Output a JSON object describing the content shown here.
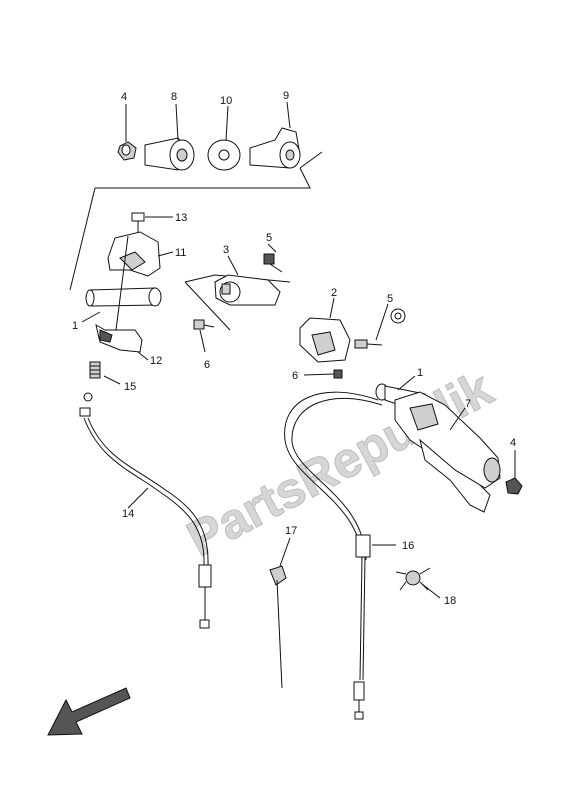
{
  "watermark": "PartsRepublik",
  "labels": {
    "l4a": "4",
    "l8": "8",
    "l10": "10",
    "l9": "9",
    "l13": "13",
    "l11": "11",
    "l3": "3",
    "l5a": "5",
    "l2": "2",
    "l5b": "5",
    "l1a": "1",
    "l12": "12",
    "l6a": "6",
    "l15": "15",
    "l6b": "6",
    "l1b": "1",
    "l7": "7",
    "l4b": "4",
    "l14": "14",
    "l17": "17",
    "l16": "16",
    "l18": "18"
  }
}
